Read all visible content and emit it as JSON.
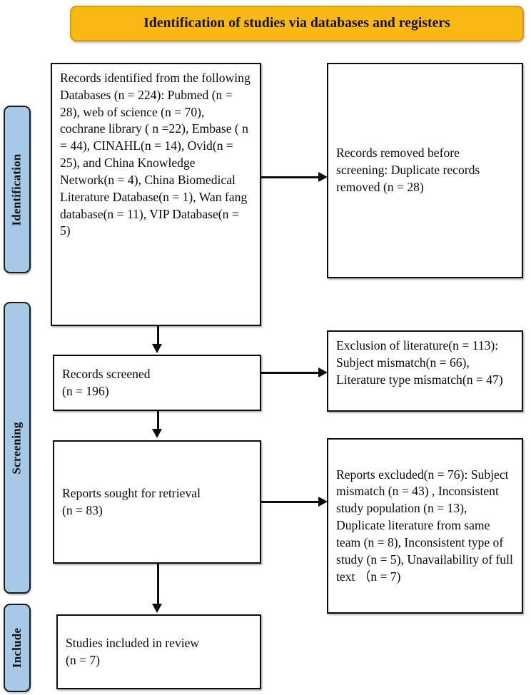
{
  "banner": {
    "title": "Identification of studies via databases and registers",
    "fill_color": "#F9B814",
    "border_color": "#D99A06"
  },
  "phases": [
    {
      "id": "identification",
      "label": "Identification"
    },
    {
      "id": "screening",
      "label": "Screening"
    },
    {
      "id": "include",
      "label": "Include"
    }
  ],
  "phase_fill_color": "#A6C9E8",
  "boxes": {
    "records_identified": "Records identified from the following Databases (n = 224): Pubmed (n = 28), web of science (n = 70),  cochrane library ( n =22), Embase ( n = 44), CINAHL(n = 14), Ovid(n = 25), and China Knowledge Network(n = 4), China Biomedical Literature Database(n = 1), Wan fang database(n = 11), VIP Database(n = 5)",
    "records_removed": "Records removed before screening: Duplicate records removed  (n = 28)",
    "records_screened": "Records screened\n(n = 196)",
    "exclusion_of_literature": "Exclusion of literature(n = 113): Subject mismatch(n = 66), Literature type mismatch(n = 47)",
    "reports_sought": "Reports sought for retrieval\n(n = 83)",
    "reports_excluded": "Reports excluded(n = 76): Subject mismatch (n = 43) , Inconsistent study population (n = 13), Duplicate literature from same team (n = 8), Inconsistent type of study (n = 5), Unavailability of full text （n = 7)",
    "studies_included": "Studies included in review\n(n = 7)"
  },
  "chart_data": {
    "type": "diagram",
    "title": "Identification of studies via databases and registers",
    "nodes": [
      {
        "id": "records_identified",
        "phase": "Identification",
        "n": 224,
        "sources": [
          {
            "name": "Pubmed",
            "n": 28
          },
          {
            "name": "web of science",
            "n": 70
          },
          {
            "name": "cochrane library",
            "n": 22
          },
          {
            "name": "Embase",
            "n": 44
          },
          {
            "name": "CINAHL",
            "n": 14
          },
          {
            "name": "Ovid",
            "n": 25
          },
          {
            "name": "China Knowledge Network",
            "n": 4
          },
          {
            "name": "China Biomedical Literature Database",
            "n": 1
          },
          {
            "name": "Wan fang database",
            "n": 11
          },
          {
            "name": "VIP Database",
            "n": 5
          }
        ]
      },
      {
        "id": "records_removed",
        "phase": "Identification",
        "n": 28,
        "reasons": [
          {
            "name": "Duplicate records removed",
            "n": 28
          }
        ]
      },
      {
        "id": "records_screened",
        "phase": "Screening",
        "n": 196
      },
      {
        "id": "exclusion_of_literature",
        "phase": "Screening",
        "n": 113,
        "reasons": [
          {
            "name": "Subject mismatch",
            "n": 66
          },
          {
            "name": "Literature type mismatch",
            "n": 47
          }
        ]
      },
      {
        "id": "reports_sought",
        "phase": "Screening",
        "n": 83
      },
      {
        "id": "reports_excluded",
        "phase": "Screening",
        "n": 76,
        "reasons": [
          {
            "name": "Subject mismatch",
            "n": 43
          },
          {
            "name": "Inconsistent study population",
            "n": 13
          },
          {
            "name": "Duplicate literature from same team",
            "n": 8
          },
          {
            "name": "Inconsistent type of study",
            "n": 5
          },
          {
            "name": "Unavailability of full text",
            "n": 7
          }
        ]
      },
      {
        "id": "studies_included",
        "phase": "Include",
        "n": 7
      }
    ],
    "edges": [
      {
        "from": "records_identified",
        "to": "records_removed",
        "direction": "right"
      },
      {
        "from": "records_identified",
        "to": "records_screened",
        "direction": "down"
      },
      {
        "from": "records_screened",
        "to": "exclusion_of_literature",
        "direction": "right"
      },
      {
        "from": "records_screened",
        "to": "reports_sought",
        "direction": "down"
      },
      {
        "from": "reports_sought",
        "to": "reports_excluded",
        "direction": "right"
      },
      {
        "from": "reports_sought",
        "to": "studies_included",
        "direction": "down"
      }
    ]
  }
}
